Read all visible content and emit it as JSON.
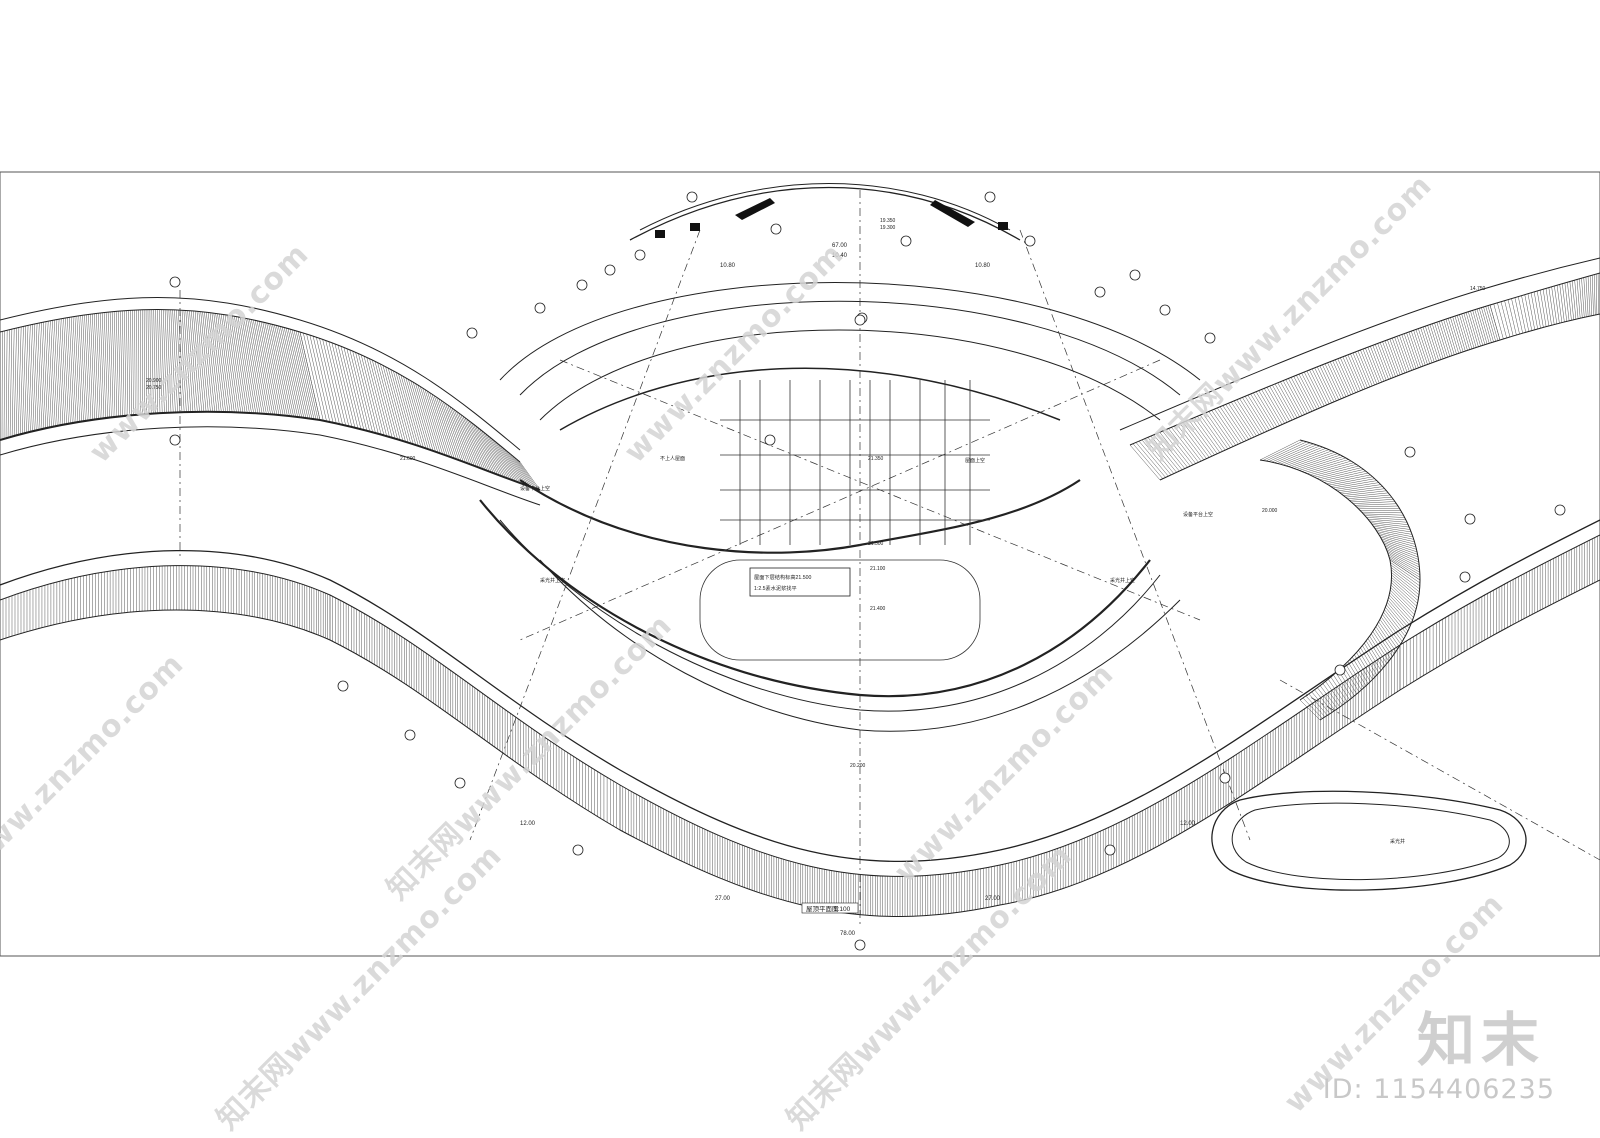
{
  "drawing": {
    "title": "屋顶平面图",
    "scale": "1:100",
    "dimensions": {
      "top_total": "67.00",
      "top_mid": "10.40",
      "top_left": "10.80",
      "top_right": "10.80",
      "bottom_total": "78.00",
      "bottom_left": "27.00",
      "bottom_right": "27.00",
      "side_left": "12.00",
      "side_right": "12.00"
    },
    "elevations": [
      "19.350",
      "19.300",
      "21.500",
      "21.400",
      "21.350",
      "20.900",
      "20.750",
      "20.200",
      "20.000",
      "21.600",
      "21.100",
      "14.750"
    ],
    "notes": [
      "设备平台上空",
      "设备平台上空",
      "采光井上空",
      "采光井上空",
      "不上人屋面",
      "屋面上空",
      "采光井"
    ],
    "center_note_1": "屋面下层结构标高21.500",
    "center_note_2": "1:2.5素水泥浆找平"
  },
  "watermark": {
    "text": "www.znzmo.com",
    "text_cn": "知末网www.znzmo.com"
  },
  "brand": {
    "logo": "知末",
    "id": "ID: 1154406235"
  }
}
